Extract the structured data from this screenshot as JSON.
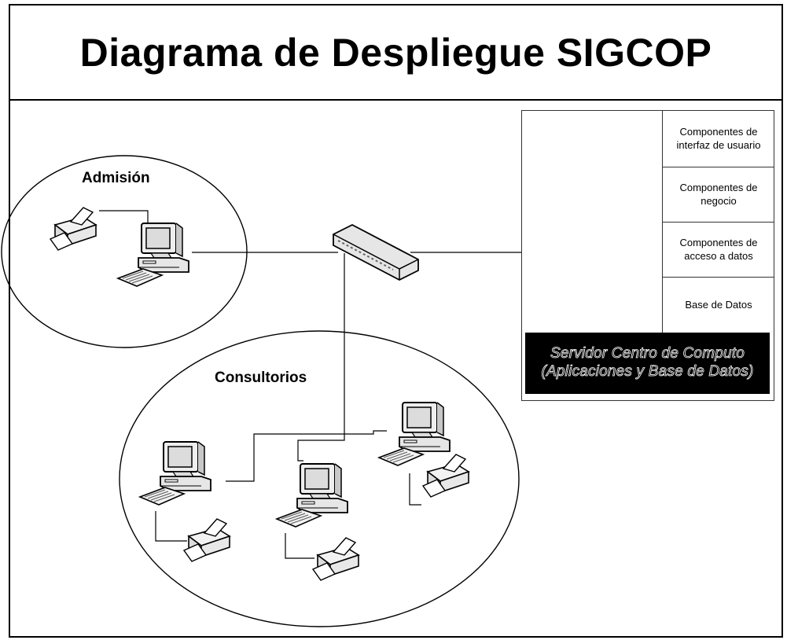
{
  "title": "Diagrama de Despliegue SIGCOP",
  "zones": {
    "admision": "Admisión",
    "consultorios": "Consultorios"
  },
  "server": {
    "layers": [
      "Componentes de interfaz de usuario",
      "Componentes de negocio",
      "Componentes de acceso a datos",
      "Base de Datos"
    ],
    "caption": [
      "Servidor Centro de Computo",
      "(Aplicaciones y Base de Datos)"
    ]
  },
  "icons": {
    "workstation": "desktop-computer-icon",
    "printer": "printer-icon",
    "switch": "network-switch-icon",
    "server": "server-tower-icon",
    "database": "database-cylinder-icon"
  },
  "colors": {
    "line": "#000000",
    "caption_bg": "#000000",
    "caption_text": "#ffffff"
  }
}
